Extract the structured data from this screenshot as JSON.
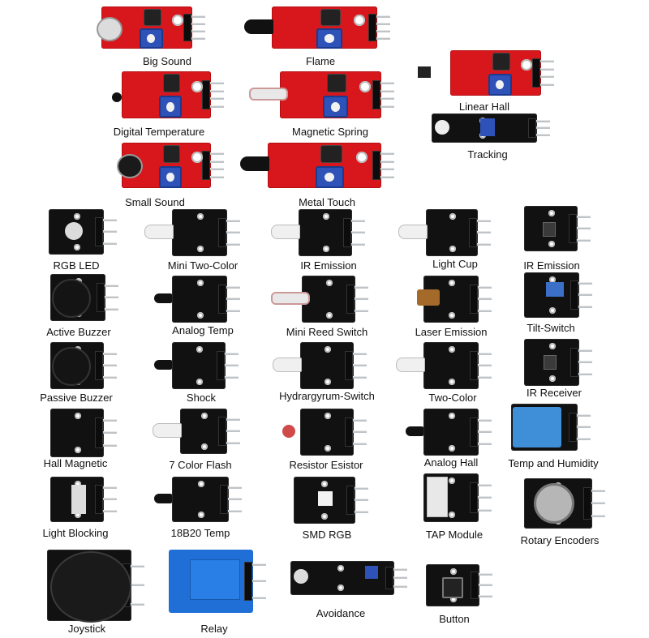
{
  "modules": [
    {
      "id": "big-sound",
      "label": "Big Sound"
    },
    {
      "id": "flame",
      "label": "Flame"
    },
    {
      "id": "linear-hall",
      "label": "Linear Hall"
    },
    {
      "id": "digital-temperature",
      "label": "Digital Temperature"
    },
    {
      "id": "magnetic-spring",
      "label": "Magnetic Spring"
    },
    {
      "id": "tracking",
      "label": "Tracking"
    },
    {
      "id": "small-sound",
      "label": "Small Sound"
    },
    {
      "id": "metal-touch",
      "label": "Metal Touch"
    },
    {
      "id": "rgb-led",
      "label": "RGB LED"
    },
    {
      "id": "mini-two-color",
      "label": "Mini Two-Color"
    },
    {
      "id": "ir-emission",
      "label": "IR Emission"
    },
    {
      "id": "light-cup",
      "label": "Light Cup"
    },
    {
      "id": "ir-emission-2",
      "label": "IR Emission"
    },
    {
      "id": "active-buzzer",
      "label": "Active Buzzer"
    },
    {
      "id": "analog-temp",
      "label": "Analog Temp"
    },
    {
      "id": "mini-reed-switch",
      "label": "Mini Reed Switch"
    },
    {
      "id": "laser-emission",
      "label": "Laser Emission"
    },
    {
      "id": "tilt-switch",
      "label": "Tilt-Switch"
    },
    {
      "id": "passive-buzzer",
      "label": "Passive Buzzer"
    },
    {
      "id": "shock",
      "label": "Shock"
    },
    {
      "id": "hydrargyrum-switch",
      "label": "Hydrargyrum-Switch"
    },
    {
      "id": "two-color",
      "label": "Two-Color"
    },
    {
      "id": "ir-receiver",
      "label": "IR Receiver"
    },
    {
      "id": "hall-magnetic",
      "label": "Hall Magnetic"
    },
    {
      "id": "seven-color-flash",
      "label": "7 Color Flash"
    },
    {
      "id": "resistor-esistor",
      "label": "Resistor Esistor"
    },
    {
      "id": "analog-hall",
      "label": "Analog Hall"
    },
    {
      "id": "temp-and-humidity",
      "label": "Temp and Humidity"
    },
    {
      "id": "light-blocking",
      "label": "Light Blocking"
    },
    {
      "id": "ds18b20-temp",
      "label": "18B20 Temp"
    },
    {
      "id": "smd-rgb",
      "label": "SMD RGB"
    },
    {
      "id": "tap-module",
      "label": "TAP Module"
    },
    {
      "id": "rotary-encoders",
      "label": "Rotary Encoders"
    },
    {
      "id": "joystick",
      "label": "Joystick"
    },
    {
      "id": "relay",
      "label": "Relay"
    },
    {
      "id": "avoidance",
      "label": "Avoidance"
    },
    {
      "id": "button",
      "label": "Button"
    }
  ],
  "colors": {
    "red_board": "#d8171c",
    "black_board": "#111111",
    "potentiometer": "#2f52b8",
    "relay": "#1f6fd6",
    "dht_sensor": "#3f8fd8",
    "background": "#ffffff"
  }
}
